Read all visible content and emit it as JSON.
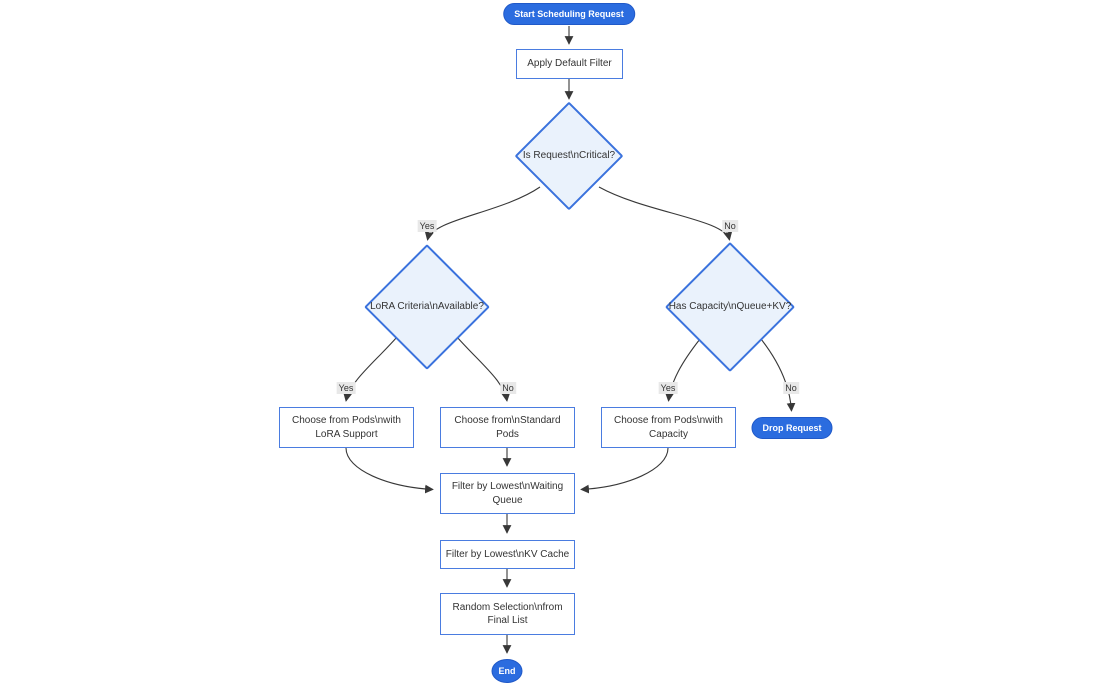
{
  "diagram": {
    "type": "flowchart",
    "direction": "top-down",
    "nodes": {
      "start": {
        "label": "Start Scheduling Request",
        "shape": "stadium"
      },
      "apply_filter": {
        "label": "Apply Default Filter",
        "shape": "rect"
      },
      "is_critical": {
        "label": "Is Request\\nCritical?",
        "shape": "diamond"
      },
      "lora_criteria": {
        "label": "LoRA Criteria\\nAvailable?",
        "shape": "diamond"
      },
      "has_capacity": {
        "label": "Has Capacity\\nQueue+KV?",
        "shape": "diamond"
      },
      "choose_lora": {
        "label": "Choose from Pods\\nwith LoRA Support",
        "shape": "rect"
      },
      "choose_standard": {
        "label": "Choose from\\nStandard Pods",
        "shape": "rect"
      },
      "choose_capacity": {
        "label": "Choose from Pods\\nwith Capacity",
        "shape": "rect"
      },
      "drop_request": {
        "label": "Drop Request",
        "shape": "stadium"
      },
      "filter_waiting": {
        "label": "Filter by Lowest\\nWaiting Queue",
        "shape": "rect"
      },
      "filter_kv": {
        "label": "Filter by Lowest\\nKV Cache",
        "shape": "rect"
      },
      "random_selection": {
        "label": "Random Selection\\nfrom Final List",
        "shape": "rect"
      },
      "end": {
        "label": "End",
        "shape": "circle"
      }
    },
    "edge_labels": {
      "critical_yes": "Yes",
      "critical_no": "No",
      "lora_yes": "Yes",
      "lora_no": "No",
      "capacity_yes": "Yes",
      "capacity_no": "No"
    },
    "colors": {
      "accent": "#2b6cdf",
      "pill_border": "#2059c8",
      "rect_border": "#4a7ce0",
      "rect_fill": "#ffffff",
      "decision_border": "#3a72dd",
      "decision_fill": "#eaf2fc",
      "edge": "#383838",
      "edge_label_bg": "#e8e8e8",
      "text_dark": "#333333",
      "text_light": "#ffffff"
    }
  }
}
